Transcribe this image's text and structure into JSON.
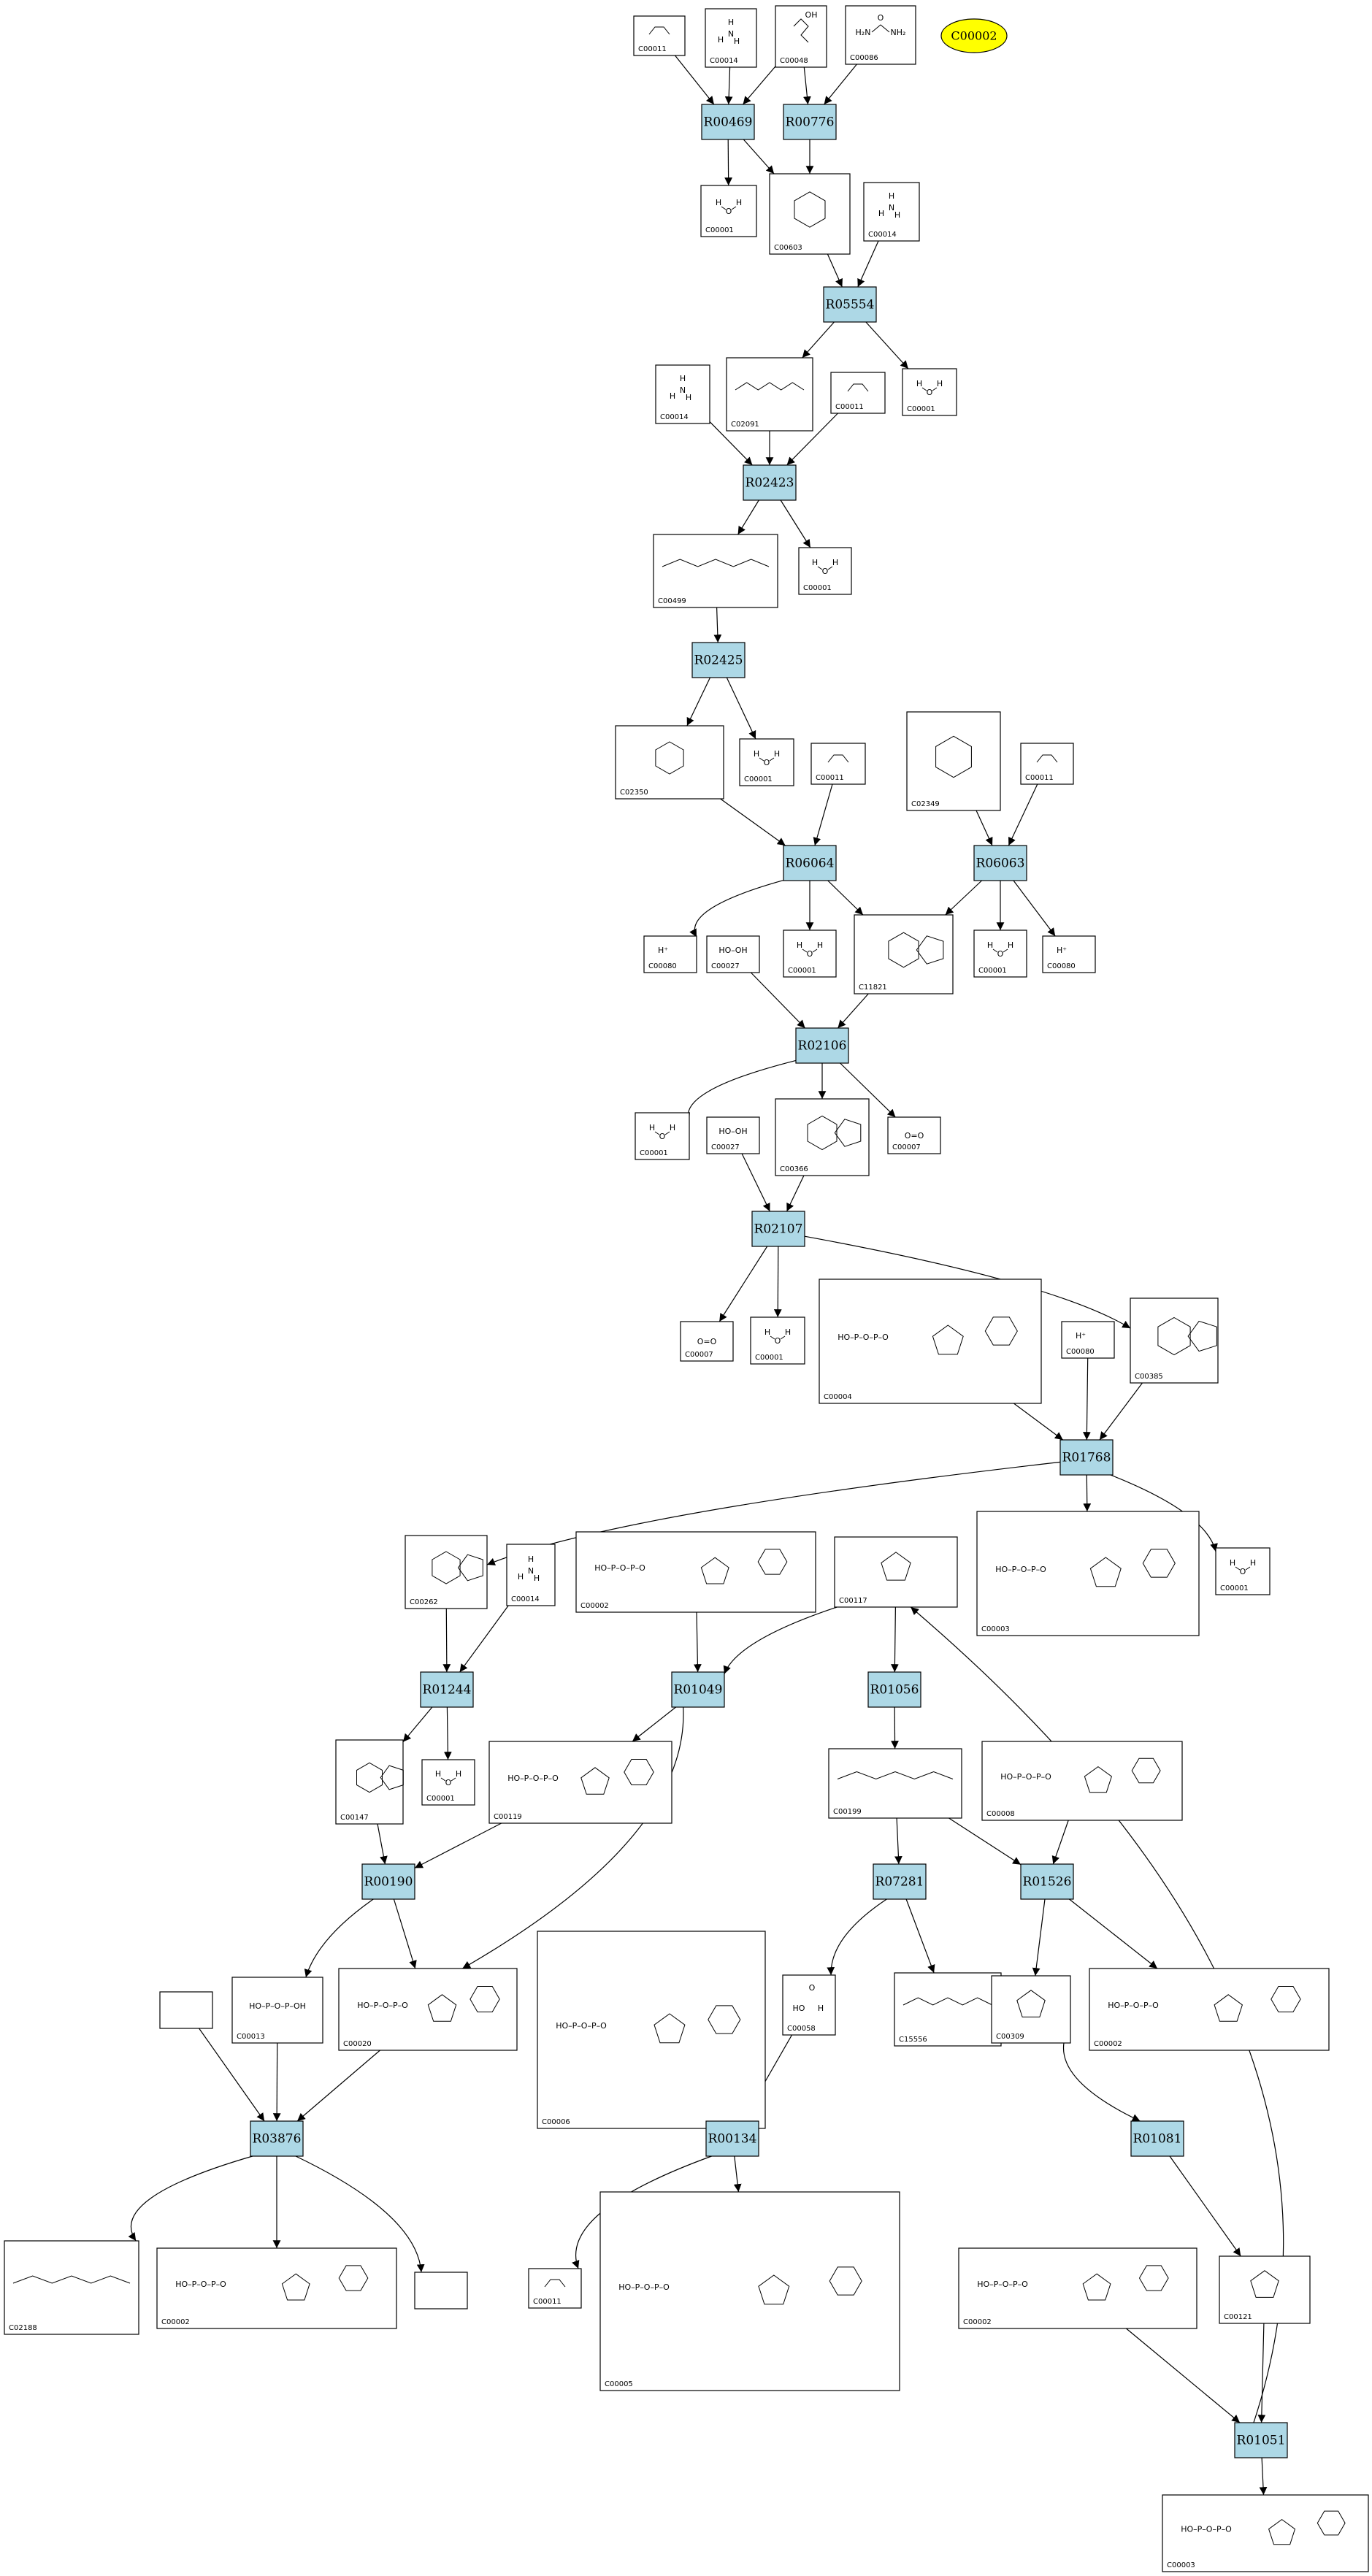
{
  "highlight": "C00002",
  "reactions": [
    {
      "id": "r-R00469",
      "label": "R00469"
    },
    {
      "id": "r-R00776",
      "label": "R00776"
    },
    {
      "id": "r-R05554",
      "label": "R05554"
    },
    {
      "id": "r-R02423",
      "label": "R02423"
    },
    {
      "id": "r-R02425",
      "label": "R02425"
    },
    {
      "id": "r-R06064",
      "label": "R06064"
    },
    {
      "id": "r-R06063",
      "label": "R06063"
    },
    {
      "id": "r-R02106",
      "label": "R02106"
    },
    {
      "id": "r-R02107",
      "label": "R02107"
    },
    {
      "id": "r-R01768",
      "label": "R01768"
    },
    {
      "id": "r-R01244",
      "label": "R01244"
    },
    {
      "id": "r-R01049",
      "label": "R01049"
    },
    {
      "id": "r-R01056",
      "label": "R01056"
    },
    {
      "id": "r-R00190",
      "label": "R00190"
    },
    {
      "id": "r-R07281",
      "label": "R07281"
    },
    {
      "id": "r-R01526",
      "label": "R01526"
    },
    {
      "id": "r-R03876",
      "label": "R03876"
    },
    {
      "id": "r-R00134",
      "label": "R00134"
    },
    {
      "id": "r-R01081",
      "label": "R01081"
    },
    {
      "id": "r-R01051",
      "label": "R01051"
    }
  ],
  "compounds": [
    {
      "id": "c1",
      "label": "C00011",
      "kind": "co2"
    },
    {
      "id": "c2",
      "label": "C00014",
      "kind": "nh3"
    },
    {
      "id": "c3",
      "label": "C00048",
      "kind": "glyox"
    },
    {
      "id": "c4",
      "label": "C00086",
      "kind": "urea"
    },
    {
      "id": "c5",
      "label": "C00001",
      "kind": "h2o"
    },
    {
      "id": "c6",
      "label": "C00603",
      "kind": "ring"
    },
    {
      "id": "c7",
      "label": "C00014",
      "kind": "nh3"
    },
    {
      "id": "c8",
      "label": "C00014",
      "kind": "nh3"
    },
    {
      "id": "c9",
      "label": "C02091",
      "kind": "chain"
    },
    {
      "id": "c10",
      "label": "C00011",
      "kind": "co2"
    },
    {
      "id": "c11",
      "label": "C00001",
      "kind": "h2o"
    },
    {
      "id": "c12",
      "label": "C00499",
      "kind": "chain"
    },
    {
      "id": "c13",
      "label": "C00001",
      "kind": "h2o"
    },
    {
      "id": "c14",
      "label": "C02350",
      "kind": "ring"
    },
    {
      "id": "c15",
      "label": "C00001",
      "kind": "h2o"
    },
    {
      "id": "c16",
      "label": "C00011",
      "kind": "co2"
    },
    {
      "id": "c17",
      "label": "C02349",
      "kind": "ring"
    },
    {
      "id": "c18",
      "label": "C00011",
      "kind": "co2"
    },
    {
      "id": "c19",
      "label": "C00080",
      "kind": "hplus"
    },
    {
      "id": "c20",
      "label": "C00027",
      "kind": "h2o2"
    },
    {
      "id": "c21",
      "label": "C00001",
      "kind": "h2o"
    },
    {
      "id": "c22",
      "label": "C11821",
      "kind": "ring2"
    },
    {
      "id": "c23",
      "label": "C00001",
      "kind": "h2o"
    },
    {
      "id": "c24",
      "label": "C00080",
      "kind": "hplus"
    },
    {
      "id": "c25",
      "label": "C00001",
      "kind": "h2o"
    },
    {
      "id": "c26",
      "label": "C00027",
      "kind": "h2o2"
    },
    {
      "id": "c27",
      "label": "C00366",
      "kind": "ring2"
    },
    {
      "id": "c28",
      "label": "C00007",
      "kind": "o2"
    },
    {
      "id": "c29",
      "label": "C00007",
      "kind": "o2"
    },
    {
      "id": "c30",
      "label": "C00001",
      "kind": "h2o"
    },
    {
      "id": "c31",
      "label": "C00004",
      "kind": "nad"
    },
    {
      "id": "c32",
      "label": "C00080",
      "kind": "hplus"
    },
    {
      "id": "c33",
      "label": "C00385",
      "kind": "ring2"
    },
    {
      "id": "c34",
      "label": "C00262",
      "kind": "ring2"
    },
    {
      "id": "c35",
      "label": "C00014",
      "kind": "nh3"
    },
    {
      "id": "c36",
      "label": "C00002",
      "kind": "atp"
    },
    {
      "id": "c37",
      "label": "C00117",
      "kind": "sugar"
    },
    {
      "id": "c38",
      "label": "C00003",
      "kind": "nad"
    },
    {
      "id": "c39",
      "label": "C00001",
      "kind": "h2o"
    },
    {
      "id": "c40",
      "label": "C00147",
      "kind": "ring2"
    },
    {
      "id": "c41",
      "label": "C00001",
      "kind": "h2o"
    },
    {
      "id": "c42",
      "label": "C00119",
      "kind": "prpp"
    },
    {
      "id": "c43",
      "label": "C00199",
      "kind": "chain"
    },
    {
      "id": "c44",
      "label": "C00008",
      "kind": "atp"
    },
    {
      "id": "c45",
      "label": "",
      "kind": "empty"
    },
    {
      "id": "c46",
      "label": "C00013",
      "kind": "ppi"
    },
    {
      "id": "c47",
      "label": "C00020",
      "kind": "atp"
    },
    {
      "id": "c48",
      "label": "C00006",
      "kind": "nad"
    },
    {
      "id": "c49",
      "label": "C00058",
      "kind": "formate"
    },
    {
      "id": "c50",
      "label": "C15556",
      "kind": "chain"
    },
    {
      "id": "c51",
      "label": "C00309",
      "kind": "sugar"
    },
    {
      "id": "c52",
      "label": "C00002",
      "kind": "atp"
    },
    {
      "id": "c53",
      "label": "C02188",
      "kind": "chain"
    },
    {
      "id": "c54",
      "label": "C00002",
      "kind": "atp"
    },
    {
      "id": "c55",
      "label": "",
      "kind": "empty"
    },
    {
      "id": "c56",
      "label": "C00011",
      "kind": "co2"
    },
    {
      "id": "c57",
      "label": "C00005",
      "kind": "nad"
    },
    {
      "id": "c58",
      "label": "C00002",
      "kind": "atp"
    },
    {
      "id": "c59",
      "label": "C00121",
      "kind": "sugar"
    },
    {
      "id": "c60",
      "label": "C00003",
      "kind": "atp"
    }
  ]
}
